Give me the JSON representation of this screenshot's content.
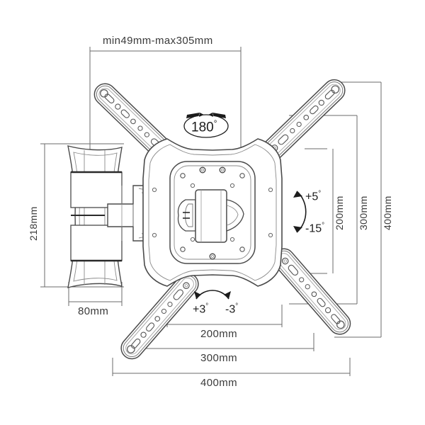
{
  "drawing": {
    "title_hint": "tv-wall-mount-technical-dimension-drawing",
    "line_color": "#555555",
    "label_color": "#3a3a3a",
    "annotation_color": "#1c1c1c",
    "background": "#ffffff"
  },
  "dimensions": {
    "extension": "min49mm-max305mm",
    "depth_height": "218mm",
    "plate_depth": "80mm",
    "vertical_200": "200mm",
    "vertical_300": "300mm",
    "vertical_400": "400mm",
    "horizontal_200": "200mm",
    "horizontal_300": "300mm",
    "horizontal_400": "400mm"
  },
  "angles": {
    "swivel": "180",
    "swivel_unit": "°",
    "tilt_up": "+5",
    "tilt_up_unit": "°",
    "tilt_down": "-15",
    "tilt_down_unit": "°",
    "level_left": "+3",
    "level_left_unit": "°",
    "level_right": "-3",
    "level_right_unit": "°"
  }
}
